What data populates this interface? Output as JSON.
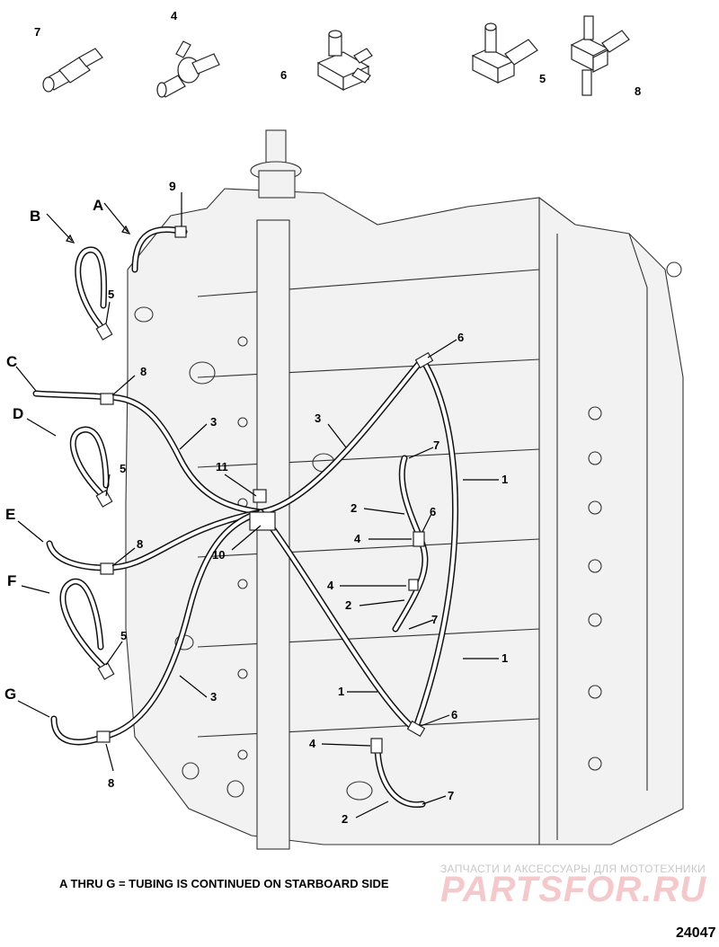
{
  "figure": {
    "number": "24047",
    "caption": "A THRU G = TUBING IS CONTINUED ON STARBOARD SIDE"
  },
  "watermark": {
    "tagline": "ЗАПЧАСТИ И АКСЕССУАРЫ ДЛЯ МОТОТЕХНИКИ",
    "brand": "PARTSFOR.RU"
  },
  "callouts": {
    "A": "A",
    "B": "B",
    "C": "C",
    "D": "D",
    "E": "E",
    "F": "F",
    "G": "G",
    "n1": "1",
    "n2": "2",
    "n3": "3",
    "n4": "4",
    "n5": "5",
    "n6": "6",
    "n7": "7",
    "n8": "8",
    "n9": "9",
    "n10": "10",
    "n11": "11"
  },
  "icons": {
    "fitting_7": "straight-hose-fitting-icon",
    "fitting_4": "check-valve-icon",
    "fitting_6": "tee-fitting-icon",
    "fitting_5": "elbow-fitting-icon",
    "fitting_8": "tee-fitting-icon",
    "engine": "outboard-powerhead-icon"
  },
  "colors": {
    "line": "#111111",
    "watermark_brand": "#f3c9cc",
    "watermark_text": "#c8c8c8"
  }
}
